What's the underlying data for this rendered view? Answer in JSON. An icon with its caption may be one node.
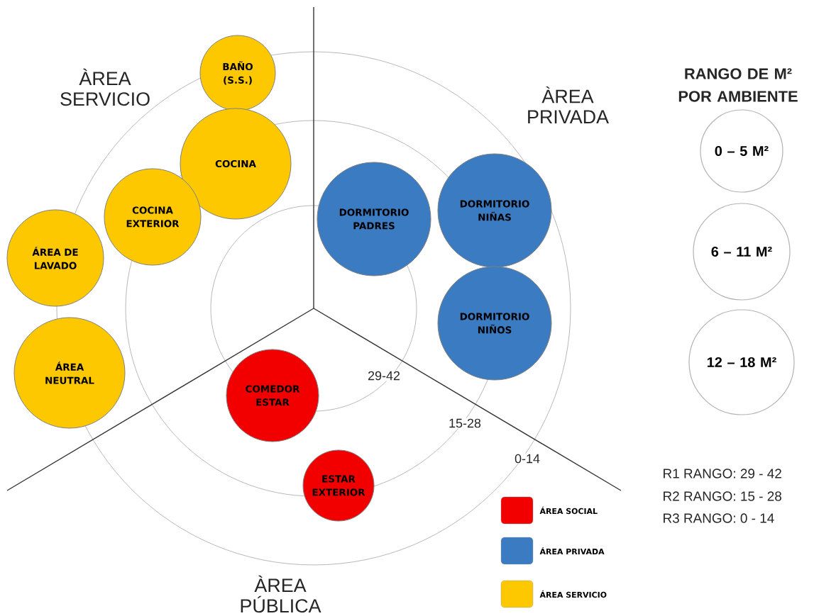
{
  "diagram": {
    "nodes": [
      {
        "text": [
          "BAÑO (S.S.)"
        ]
      },
      {
        "text": [
          "COCINA"
        ]
      },
      {
        "text": [
          "COCINA EXTERIOR"
        ]
      },
      {
        "text": [
          "ÁREA DE LAVADO"
        ]
      },
      {
        "text": [
          "ÁREA NEUTRAL"
        ]
      },
      {
        "text": [
          "DORMITORIO PADRES"
        ]
      },
      {
        "text": [
          "DORMITORIO NIÑAS"
        ]
      },
      {
        "text": [
          "DORMITORIO NIÑOS"
        ]
      },
      {
        "text": [
          "COMEDOR ESTAR"
        ]
      },
      {
        "text": [
          "ESTAR EXTERIOR"
        ]
      },
      {
        "text": [
          "0 – 5 M²"
        ]
      },
      {
        "text": [
          "6 – 11 M²"
        ]
      },
      {
        "text": [
          "12 – 18 M²"
        ]
      }
    ],
    "labels": [
      "ÀREA SERVICIO",
      "ÀREA PRIVADA",
      "RANGO DE M² POR AMBIENTE",
      "29-42",
      "15-28",
      "0-14",
      "R1  RANGO: 29 - 42",
      "R2  RANGO: 15 - 28",
      "R3  RANGO:   0 - 14",
      "ÀREA PÚBLICA"
    ],
    "legend": [
      {
        "text": "ÁREA SOCIAL",
        "color": "#f20000"
      },
      {
        "text": "ÁREA PRIVADA",
        "color": "#3a7bc2"
      },
      {
        "text": "ÁREA SERVICIO",
        "color": "#fdc800"
      }
    ]
  }
}
